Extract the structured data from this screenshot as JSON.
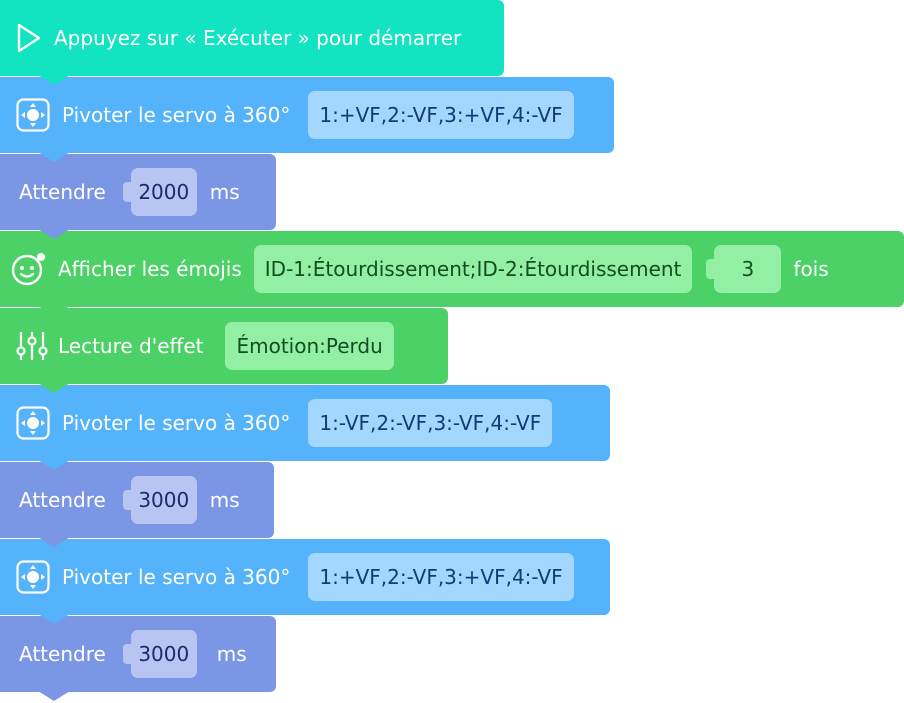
{
  "blocks": [
    {
      "kind": "start",
      "label": "Appuyez sur « Exécuter » pour démarrer",
      "icon": "play-icon"
    },
    {
      "kind": "servo",
      "label": "Pivoter le servo à 360°",
      "value": "1:+VF,2:-VF,3:+VF,4:-VF",
      "icon": "servo-icon"
    },
    {
      "kind": "wait",
      "label": "Attendre",
      "value": "2000",
      "unit": "ms"
    },
    {
      "kind": "emoji",
      "label": "Afficher les émojis",
      "value": "ID-1:Étourdissement;ID-2:Étourdissement",
      "count": "3",
      "unit": "fois",
      "icon": "emoji-face-icon"
    },
    {
      "kind": "effect",
      "label": "Lecture d'effet",
      "value": "Émotion:Perdu",
      "icon": "equalizer-icon"
    },
    {
      "kind": "servo",
      "label": "Pivoter le servo à 360°",
      "value": "1:-VF,2:-VF,3:-VF,4:-VF",
      "icon": "servo-icon"
    },
    {
      "kind": "wait",
      "label": "Attendre",
      "value": "3000",
      "unit": "ms"
    },
    {
      "kind": "servo",
      "label": "Pivoter le servo à 360°",
      "value": "1:+VF,2:-VF,3:+VF,4:-VF",
      "icon": "servo-icon"
    },
    {
      "kind": "wait",
      "label": "Attendre",
      "value": "3000",
      "unit": "ms"
    }
  ],
  "colors": {
    "start": "#12e3c0",
    "servo": "#55b3fb",
    "wait": "#7c96e6",
    "looks": "#4cd166"
  }
}
